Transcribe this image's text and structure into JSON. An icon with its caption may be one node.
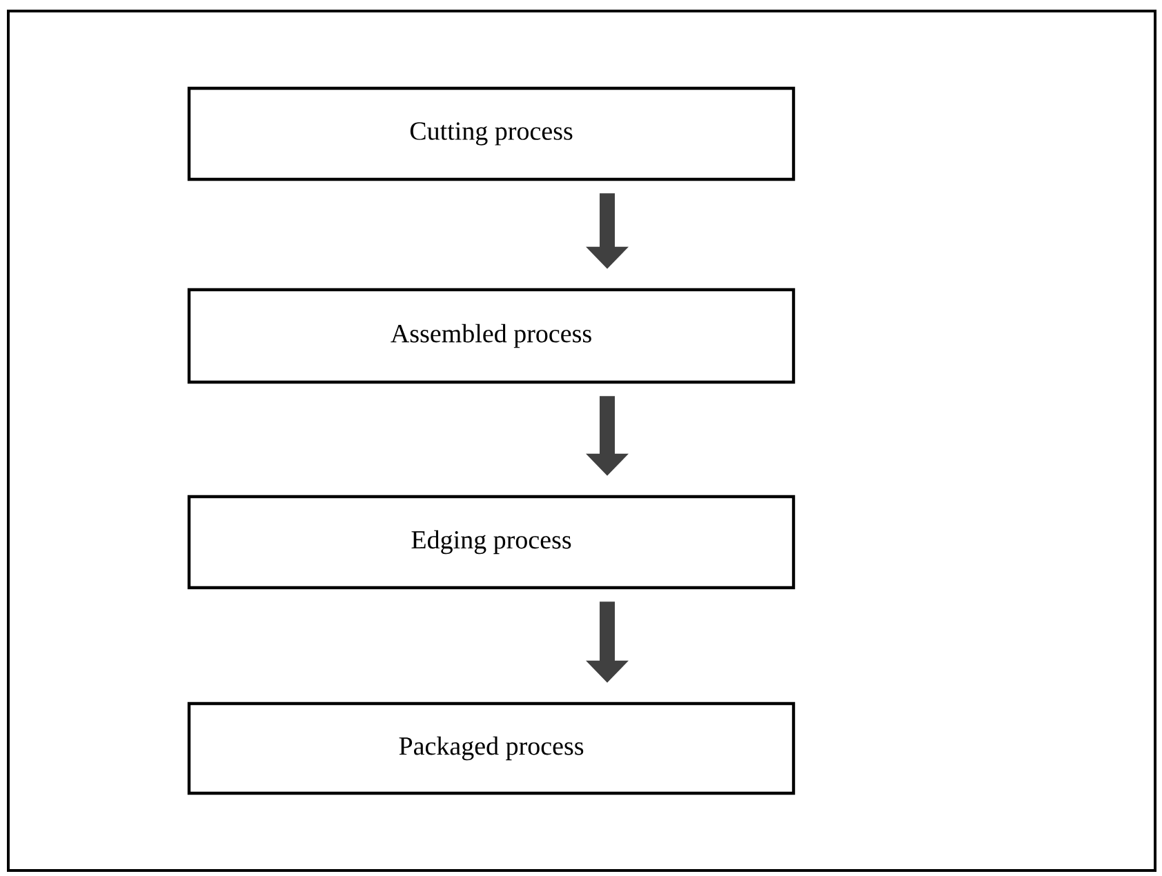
{
  "diagram": {
    "nodes": [
      {
        "text": [
          "Cutting process"
        ]
      },
      {
        "text": [
          "Assembled process"
        ]
      },
      {
        "text": [
          "Edging process"
        ]
      },
      {
        "text": [
          "Packaged process"
        ]
      }
    ],
    "edges": [
      {
        "from": 0,
        "to": 1,
        "arrow": "to"
      },
      {
        "from": 1,
        "to": 2,
        "arrow": "to"
      },
      {
        "from": 2,
        "to": 3,
        "arrow": "to"
      }
    ]
  }
}
